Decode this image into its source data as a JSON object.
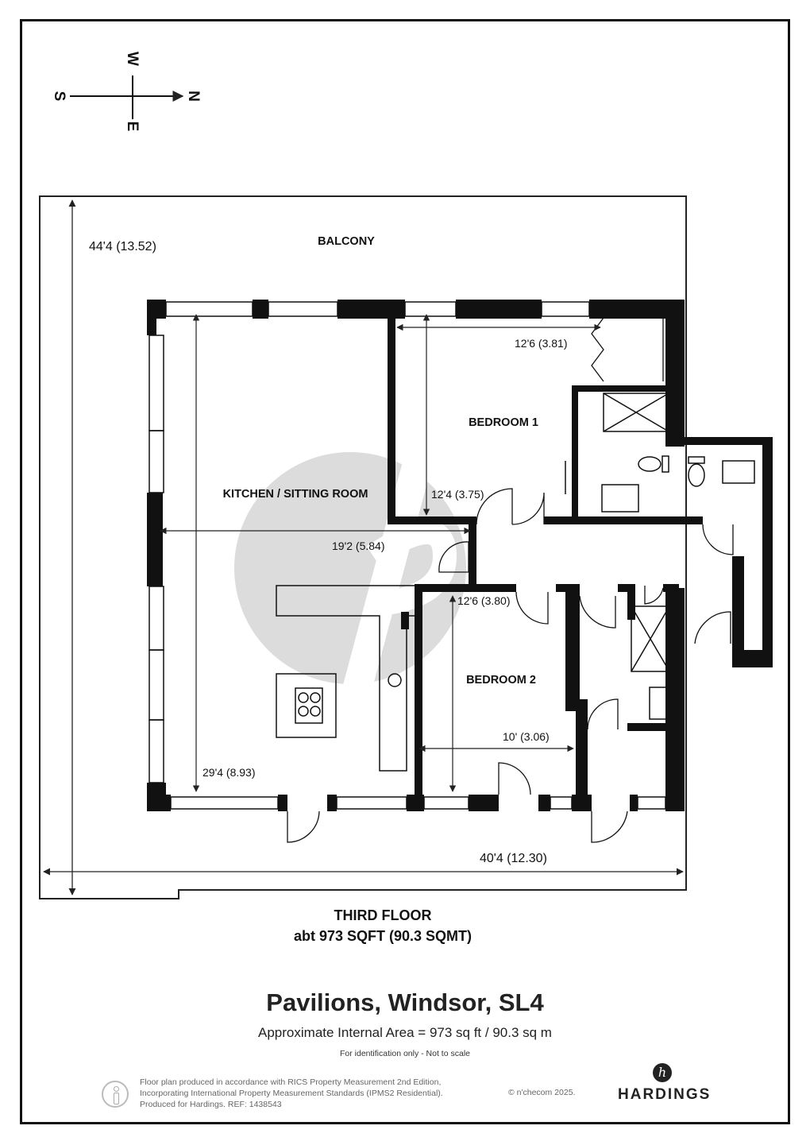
{
  "compass": {
    "north": "N",
    "south": "S",
    "east": "E",
    "west": "W"
  },
  "rooms": {
    "balcony": "BALCONY",
    "kitchen": "KITCHEN / SITTING ROOM",
    "bedroom1": "BEDROOM 1",
    "bedroom2": "BEDROOM 2"
  },
  "dimensions": {
    "overall_height": "44'4 (13.52)",
    "overall_width": "40'4 (12.30)",
    "kitchen_length": "29'4 (8.93)",
    "kitchen_width": "19'2 (5.84)",
    "bedroom1_width": "12'6 (3.81)",
    "bedroom1_length": "12'4 (3.75)",
    "bedroom2_length": "12'6 (3.80)",
    "bedroom2_width": "10' (3.06)"
  },
  "floor": {
    "name": "THIRD FLOOR",
    "area": "abt 973 SQFT (90.3 SQMT)"
  },
  "property": {
    "title": "Pavilions, Windsor, SL4",
    "area_line": "Approximate Internal Area = 973 sq ft / 90.3 sq m",
    "note": "For identification only - Not to scale"
  },
  "credits": {
    "line1": "Floor plan produced in accordance with RICS Property Measurement 2nd Edition,",
    "line2": "Incorporating International Property Measurement Standards (IPMS2 Residential).",
    "line3": "Produced for Hardings.   REF:  1438543",
    "copyright": "© n'checom 2025."
  },
  "brand": {
    "mark": "h",
    "name": "HARDINGS"
  },
  "colors": {
    "wall": "#111111",
    "watermark": "#d9d9d9",
    "line": "#222222"
  }
}
